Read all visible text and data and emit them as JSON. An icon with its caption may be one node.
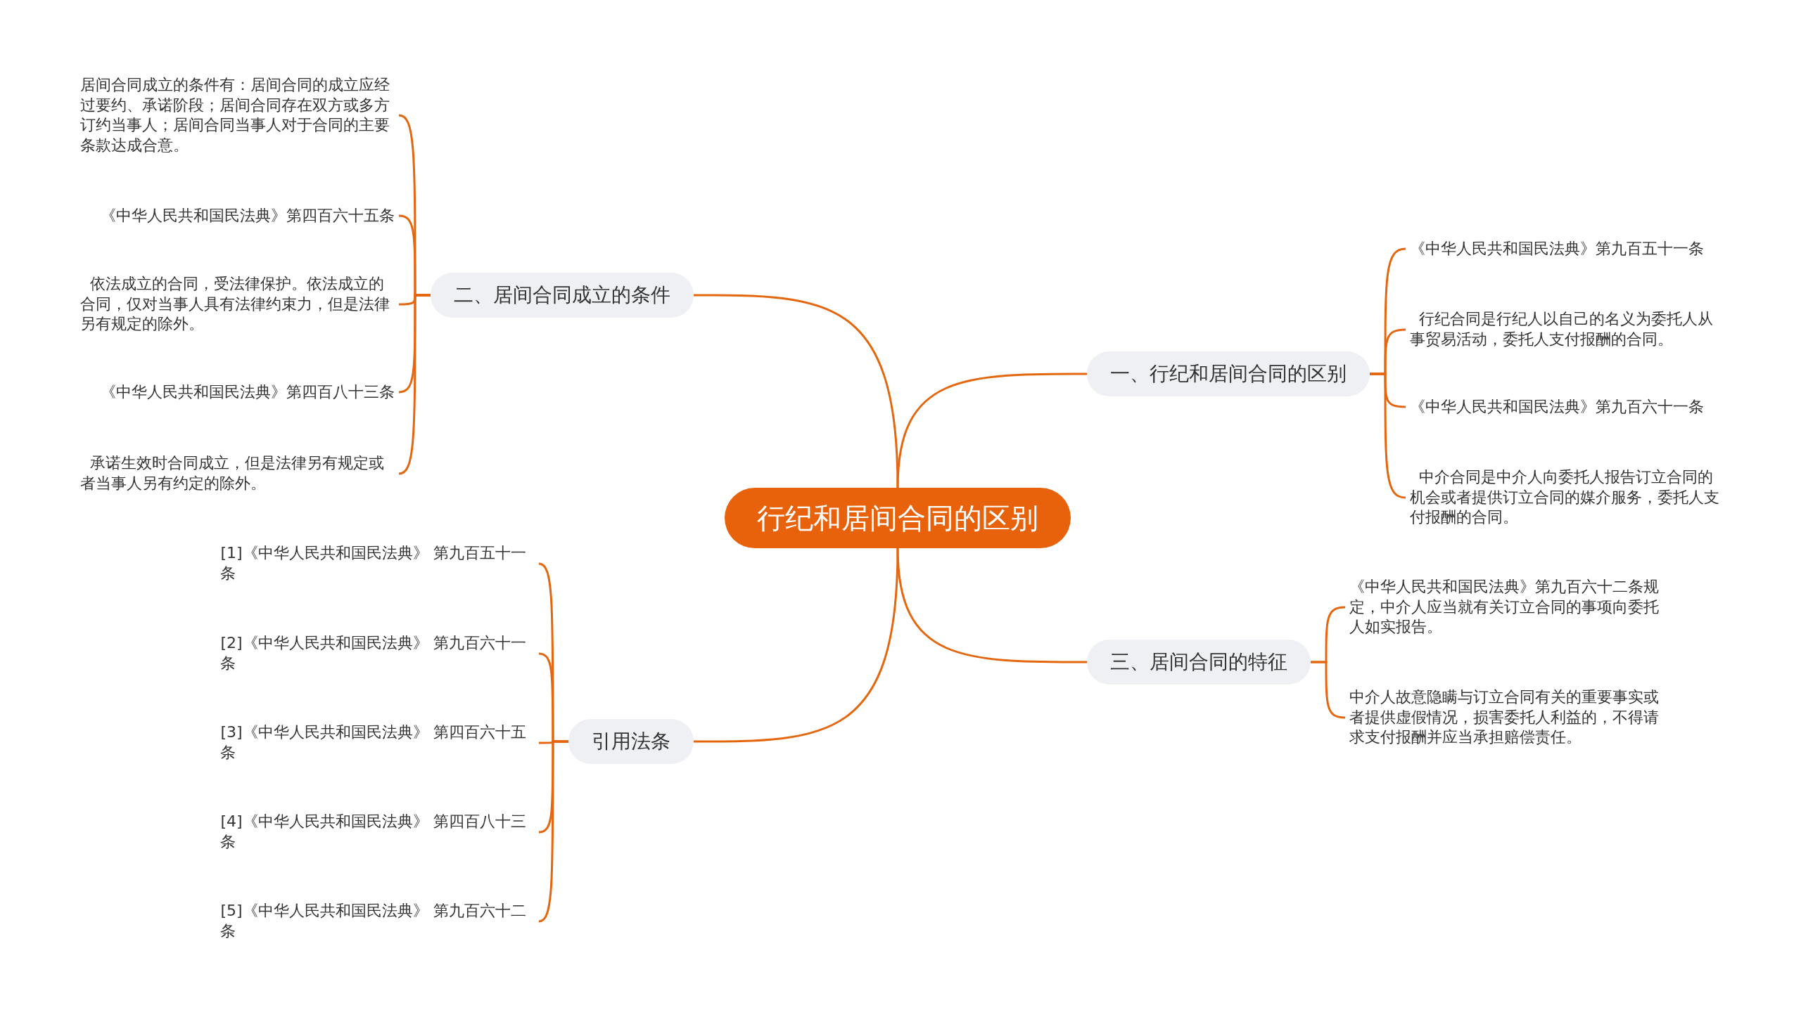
{
  "diagram": {
    "nodes": [
      {
        "text": [
          "行纪和居间合同的区别"
        ]
      },
      {
        "text": [
          "一、行纪和居间合同的区别"
        ]
      },
      {
        "text": [
          "《中华人民共和国民法典》第九百五十一条"
        ]
      },
      {
        "text": [
          "行纪合同是行纪人以自己的名义为委托人从事贸易活动，委托人支付报酬的合同。"
        ]
      },
      {
        "text": [
          "《中华人民共和国民法典》第九百六十一条"
        ]
      },
      {
        "text": [
          "中介合同是中介人向委托人报告订立合同的机会或者提供订立合同的媒介服务，委托人支付报酬的合同。"
        ]
      },
      {
        "text": [
          "二、居间合同成立的条件"
        ]
      },
      {
        "text": [
          "居间合同成立的条件有：居间合同的成立应经过要约、承诺阶段；居间合同存在双方或多方订约当事人；居间合同当事人对于合同的主要条款达成合意。"
        ]
      },
      {
        "text": [
          "《中华人民共和国民法典》第四百六十五条"
        ]
      },
      {
        "text": [
          "依法成立的合同，受法律保护。依法成立的合同，仅对当事人具有法律约束力，但是法律另有规定的除外。"
        ]
      },
      {
        "text": [
          "《中华人民共和国民法典》第四百八十三条"
        ]
      },
      {
        "text": [
          "承诺生效时合同成立，但是法律另有规定或者当事人另有约定的除外。"
        ]
      },
      {
        "text": [
          "三、居间合同的特征"
        ]
      },
      {
        "text": [
          "《中华人民共和国民法典》第九百六十二条规定，中介人应当就有关订立合同的事项向委托人如实报告。"
        ]
      },
      {
        "text": [
          "中介人故意隐瞒与订立合同有关的重要事实或者提供虚假情况，损害委托人利益的，不得请求支付报酬并应当承担赔偿责任。"
        ]
      },
      {
        "text": [
          "引用法条"
        ]
      },
      {
        "text": [
          "[1]《中华人民共和国民法典》 第九百五十一条"
        ]
      },
      {
        "text": [
          "[2]《中华人民共和国民法典》 第九百六十一条"
        ]
      },
      {
        "text": [
          "[3]《中华人民共和国民法典》 第四百六十五条"
        ]
      },
      {
        "text": [
          "[4]《中华人民共和国民法典》 第四百八十三条"
        ]
      },
      {
        "text": [
          "[5]《中华人民共和国民法典》 第九百六十二条"
        ]
      }
    ],
    "edges": [
      {
        "from": 0,
        "to": 1,
        "arrow": "none"
      },
      {
        "from": 1,
        "to": 2,
        "arrow": "none"
      },
      {
        "from": 1,
        "to": 3,
        "arrow": "none"
      },
      {
        "from": 1,
        "to": 4,
        "arrow": "none"
      },
      {
        "from": 1,
        "to": 5,
        "arrow": "none"
      },
      {
        "from": 0,
        "to": 6,
        "arrow": "none"
      },
      {
        "from": 6,
        "to": 7,
        "arrow": "none"
      },
      {
        "from": 6,
        "to": 8,
        "arrow": "none"
      },
      {
        "from": 6,
        "to": 9,
        "arrow": "none"
      },
      {
        "from": 6,
        "to": 10,
        "arrow": "none"
      },
      {
        "from": 6,
        "to": 11,
        "arrow": "none"
      },
      {
        "from": 0,
        "to": 12,
        "arrow": "none"
      },
      {
        "from": 12,
        "to": 13,
        "arrow": "none"
      },
      {
        "from": 12,
        "to": 14,
        "arrow": "none"
      },
      {
        "from": 0,
        "to": 15,
        "arrow": "none"
      },
      {
        "from": 15,
        "to": 16,
        "arrow": "none"
      },
      {
        "from": 15,
        "to": 17,
        "arrow": "none"
      },
      {
        "from": 15,
        "to": 18,
        "arrow": "none"
      },
      {
        "from": 15,
        "to": 19,
        "arrow": "none"
      },
      {
        "from": 15,
        "to": 20,
        "arrow": "none"
      }
    ]
  }
}
